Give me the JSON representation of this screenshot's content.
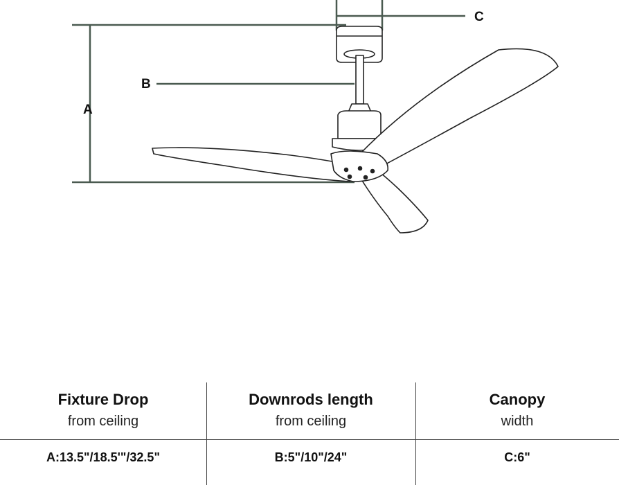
{
  "diagram": {
    "labels": {
      "a": "A",
      "b": "B",
      "c": "C"
    },
    "colors": {
      "dimension_line": "#4a5a50",
      "outline": "#222222"
    }
  },
  "table": {
    "columns": [
      {
        "title": "Fixture Drop",
        "subtitle": "from ceiling",
        "value": "A:13.5\"/18.5'\"/32.5\""
      },
      {
        "title": "Downrods length",
        "subtitle": "from ceiling",
        "value": "B:5\"/10\"/24\""
      },
      {
        "title": "Canopy",
        "subtitle": "width",
        "value": "C:6\""
      }
    ]
  }
}
